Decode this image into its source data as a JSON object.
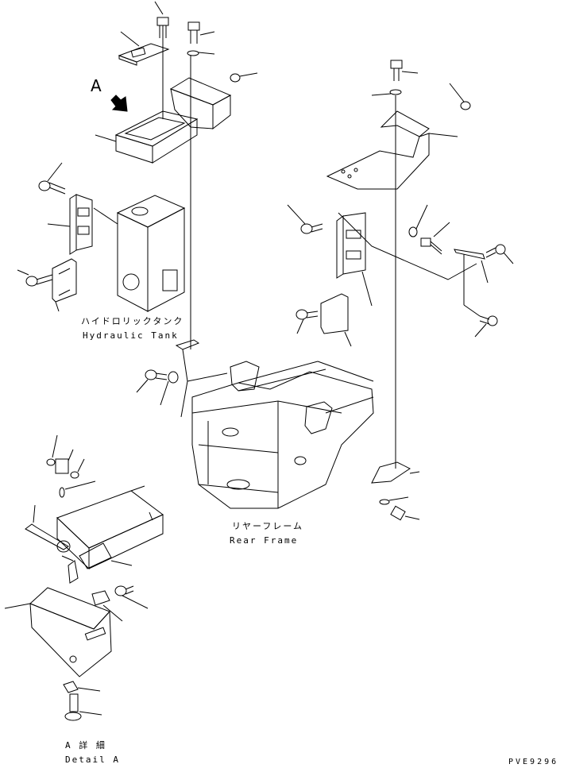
{
  "view_marker": "A",
  "labels": {
    "hydraulic_tank_jp": "ハイドロリックタンク",
    "hydraulic_tank_en": "Hydraulic Tank",
    "rear_frame_jp": "リヤーフレーム",
    "rear_frame_en": "Rear Frame",
    "detail_jp": "A 詳 細",
    "detail_en": "Detail A"
  },
  "part_code": "PVE9296"
}
